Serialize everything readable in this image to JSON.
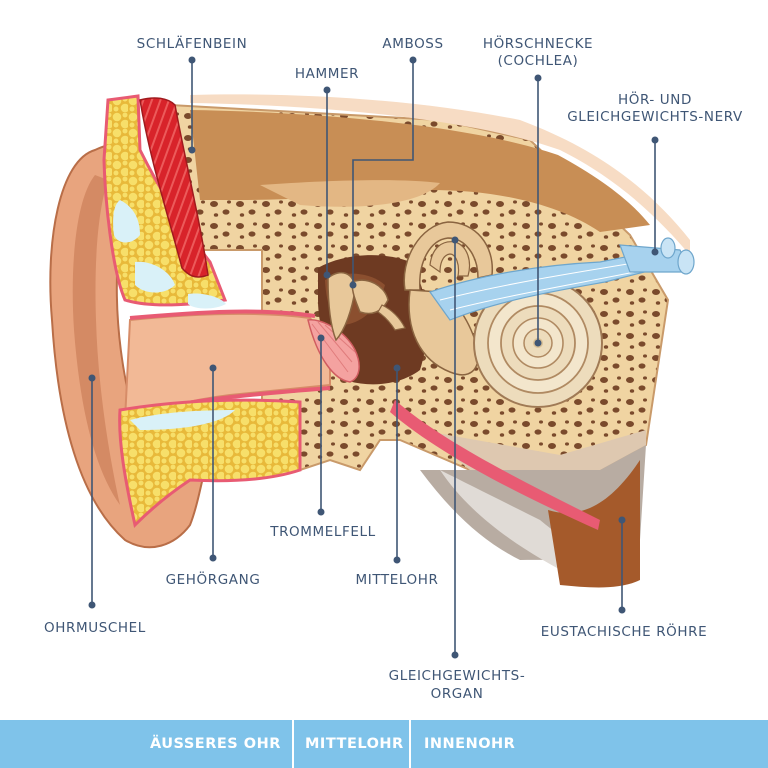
{
  "labels": {
    "schlaefenbein": "SCHLÄFENBEIN",
    "hammer": "HAMMER",
    "amboss": "AMBOSS",
    "hoerschnecke_1": "HÖRSCHNECKE",
    "hoerschnecke_2": "(COCHLEA)",
    "nerv_1": "HÖR- UND",
    "nerv_2": "GLEICHGEWICHTS-NERV",
    "ohrmuschel": "OHRMUSCHEL",
    "gehoergang": "GEHÖRGANG",
    "trommelfell": "TROMMELFELL",
    "mittelohr": "MITTELOHR",
    "gleichgewicht_1": "GLEICHGEWICHTS-",
    "gleichgewicht_2": "ORGAN",
    "eustachische": "EUSTACHISCHE RÖHRE"
  },
  "legend": {
    "outer": "ÄUSSERES OHR",
    "middle": "MITTELOHR",
    "inner": "INNENOHR"
  },
  "colors": {
    "label": "#3f5675",
    "legend_bar": "#7fc3ea",
    "skin": "#e8a47e",
    "bone": "#f0d4a2",
    "fat": "#f3d55a",
    "muscle": "#d8232a",
    "nerve": "#a7d2ee"
  }
}
